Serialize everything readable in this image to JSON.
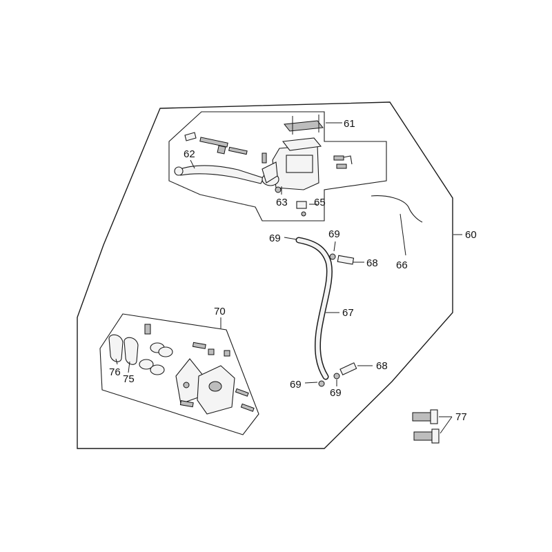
{
  "callouts": [
    {
      "id": "c61",
      "label": "61"
    },
    {
      "id": "c62",
      "label": "62"
    },
    {
      "id": "c63",
      "label": "63"
    },
    {
      "id": "c65",
      "label": "65"
    },
    {
      "id": "c60",
      "label": "60"
    },
    {
      "id": "c66",
      "label": "66"
    },
    {
      "id": "c69a",
      "label": "69"
    },
    {
      "id": "c69b",
      "label": "69"
    },
    {
      "id": "c68a",
      "label": "68"
    },
    {
      "id": "c67",
      "label": "67"
    },
    {
      "id": "c70",
      "label": "70"
    },
    {
      "id": "c68b",
      "label": "68"
    },
    {
      "id": "c69c",
      "label": "69"
    },
    {
      "id": "c69d",
      "label": "69"
    },
    {
      "id": "c76",
      "label": "76"
    },
    {
      "id": "c75",
      "label": "75"
    },
    {
      "id": "c77",
      "label": "77"
    }
  ],
  "colors": {
    "line": "#1a1a1a",
    "background": "#ffffff",
    "part_fill": "#f4f4f4"
  }
}
